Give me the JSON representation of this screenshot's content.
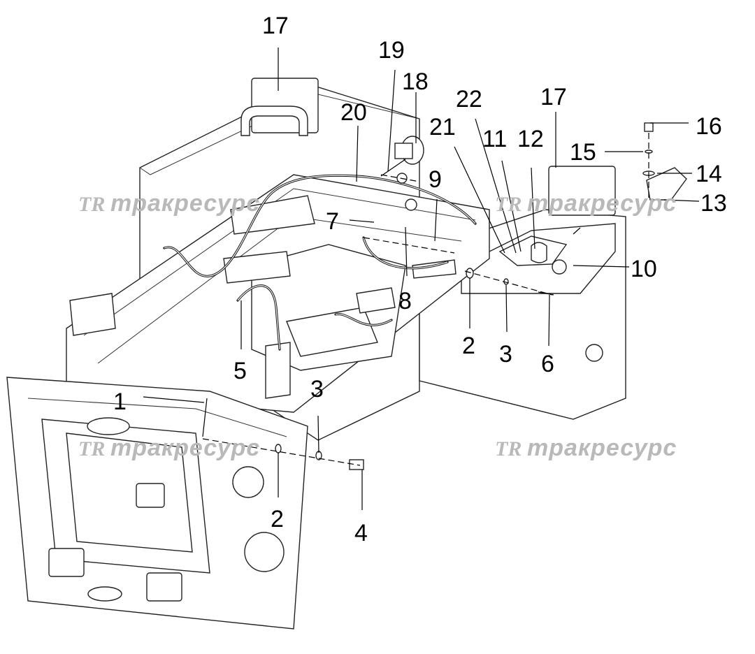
{
  "watermark": {
    "logo": "TR",
    "text": "тракресурс"
  },
  "callouts": {
    "c1": "1",
    "c2a": "2",
    "c2b": "2",
    "c3a": "3",
    "c3b": "3",
    "c4": "4",
    "c5": "5",
    "c6": "6",
    "c7": "7",
    "c8": "8",
    "c9": "9",
    "c10": "10",
    "c11": "11",
    "c12": "12",
    "c13": "13",
    "c14": "14",
    "c15": "15",
    "c16": "16",
    "c17a": "17",
    "c17b": "17",
    "c18": "18",
    "c19": "19",
    "c20": "20",
    "c21": "21",
    "c22": "22"
  },
  "colors": {
    "line": "#000000",
    "watermark": "#b9b9b9",
    "background": "#ffffff"
  }
}
